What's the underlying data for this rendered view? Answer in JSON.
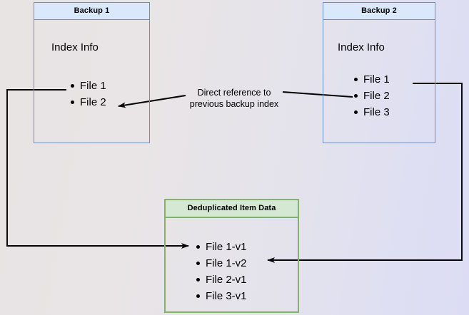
{
  "diagram": {
    "title": "Backup deduplication reference diagram",
    "background_gradient": [
      "#e8e4e4",
      "#dcddf4"
    ],
    "colors": {
      "blue_fill": "#dae8fc",
      "blue_stroke": "#6c8ebf",
      "green_fill": "#d5e8d4",
      "green_stroke": "#82b366",
      "edge_stroke": "#000000"
    }
  },
  "nodes": {
    "backup1": {
      "title": "Backup 1",
      "section_label": "Index Info",
      "files": [
        "File 1",
        "File 2"
      ]
    },
    "backup2": {
      "title": "Backup 2",
      "section_label": "Index Info",
      "files": [
        "File 1",
        "File 2",
        "File 3"
      ]
    },
    "dedup": {
      "title": "Deduplicated Item Data",
      "files": [
        "File 1-v1",
        "File 1-v2",
        "File 2-v1",
        "File 3-v1"
      ]
    }
  },
  "edges": {
    "reference_label_line1": "Direct reference to",
    "reference_label_line2": "previous backup index"
  }
}
